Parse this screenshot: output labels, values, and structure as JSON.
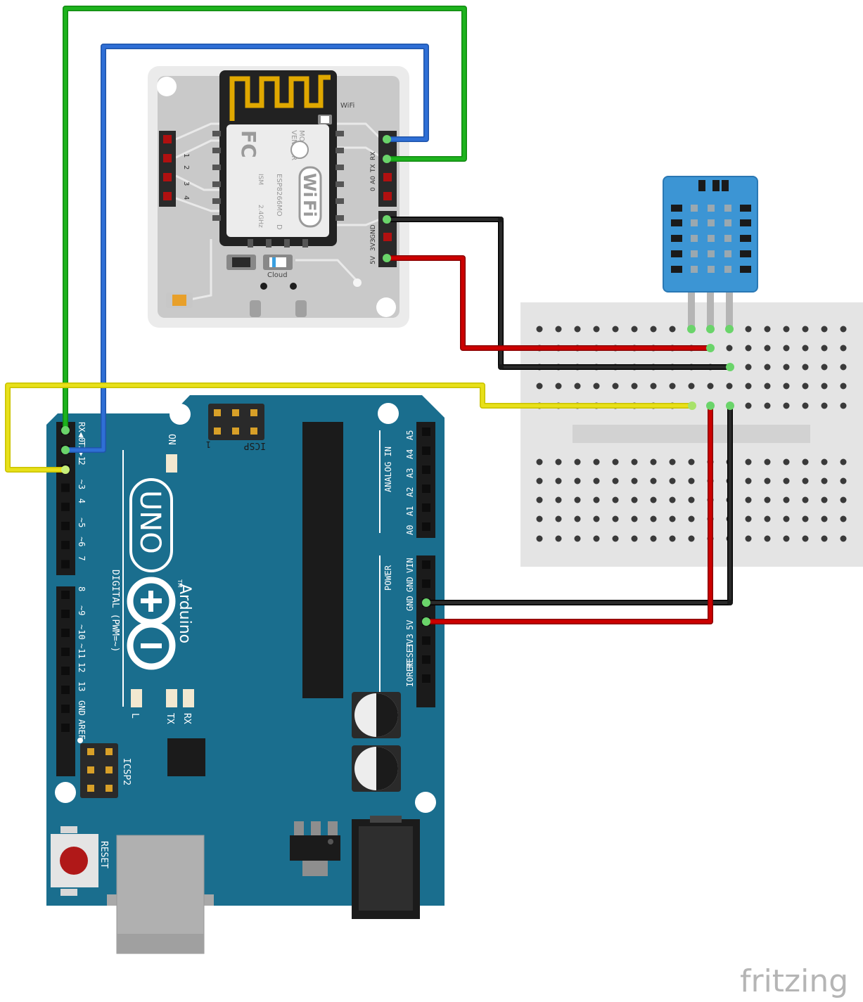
{
  "colors": {
    "wire_green": "#1db31d",
    "wire_blue": "#2f6fd6",
    "wire_yellow": "#e8e01a",
    "wire_black": "#1a1a1a",
    "wire_red": "#cc0000",
    "arduino_board": "#1a6e8e",
    "sensor_blue": "#3c95d4",
    "breadboard": "#e4e4e4"
  },
  "esp_module": {
    "wifi_label": "WiFi",
    "cloud_label": "Cloud",
    "chip_lines": [
      "MODEL",
      "VENDOR",
      "ESP8266MO",
      "ISM",
      "2.4GHz",
      "D"
    ],
    "fc_label": "FC",
    "wifi_logo": [
      "Wi",
      "Fi"
    ],
    "left_pins": [
      "1",
      "2",
      "3",
      "4"
    ],
    "right_pins_top": [
      "RX",
      "TX",
      "A0",
      "0"
    ],
    "right_pins_bottom": [
      "GND",
      "3V3",
      "5V"
    ]
  },
  "arduino": {
    "brand": "Arduino",
    "model": "UNO",
    "tm": "TM",
    "on_label": "ON",
    "digital_label": "DIGITAL (PWM=~)",
    "analog_label": "ANALOG IN",
    "power_label": "POWER",
    "icsp_label": "ICSP",
    "icsp2_label": "ICSP2",
    "icsp_pin1": "1",
    "reset_label": "RESET",
    "led_labels": [
      "L",
      "TX",
      "RX"
    ],
    "digital_pins_top": [
      "RX◀0",
      "TX▶1",
      "2",
      "~3",
      "4",
      "~5",
      "~6",
      "7"
    ],
    "digital_pins_bottom": [
      "8",
      "~9",
      "~10",
      "~11",
      "12",
      "13",
      "GND",
      "AREF"
    ],
    "analog_pins": [
      "A5",
      "A4",
      "A3",
      "A2",
      "A1",
      "A0"
    ],
    "power_pins": [
      "VIN",
      "GND",
      "GND",
      "5V",
      "3V3",
      "RESET",
      "IOREF"
    ]
  },
  "watermark": "fritzing"
}
